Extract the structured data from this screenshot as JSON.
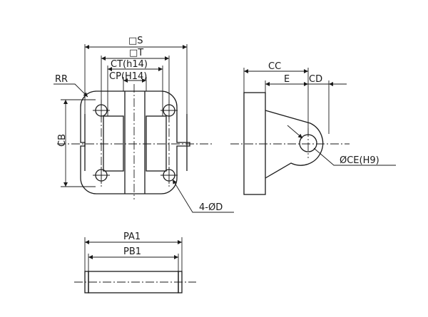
{
  "labels": {
    "s": "□S",
    "t": "□T",
    "ct": "CT(h14)",
    "cp": "CP(H14)",
    "rr": "RR",
    "cb": "CB",
    "d": "4-ØD",
    "cc": "CC",
    "e": "E",
    "cd": "CD",
    "ce": "ØCE(H9)",
    "pa1": "PA1",
    "pb1": "PB1"
  },
  "colors": {
    "line": "#1a1a1a",
    "background": "#ffffff"
  }
}
